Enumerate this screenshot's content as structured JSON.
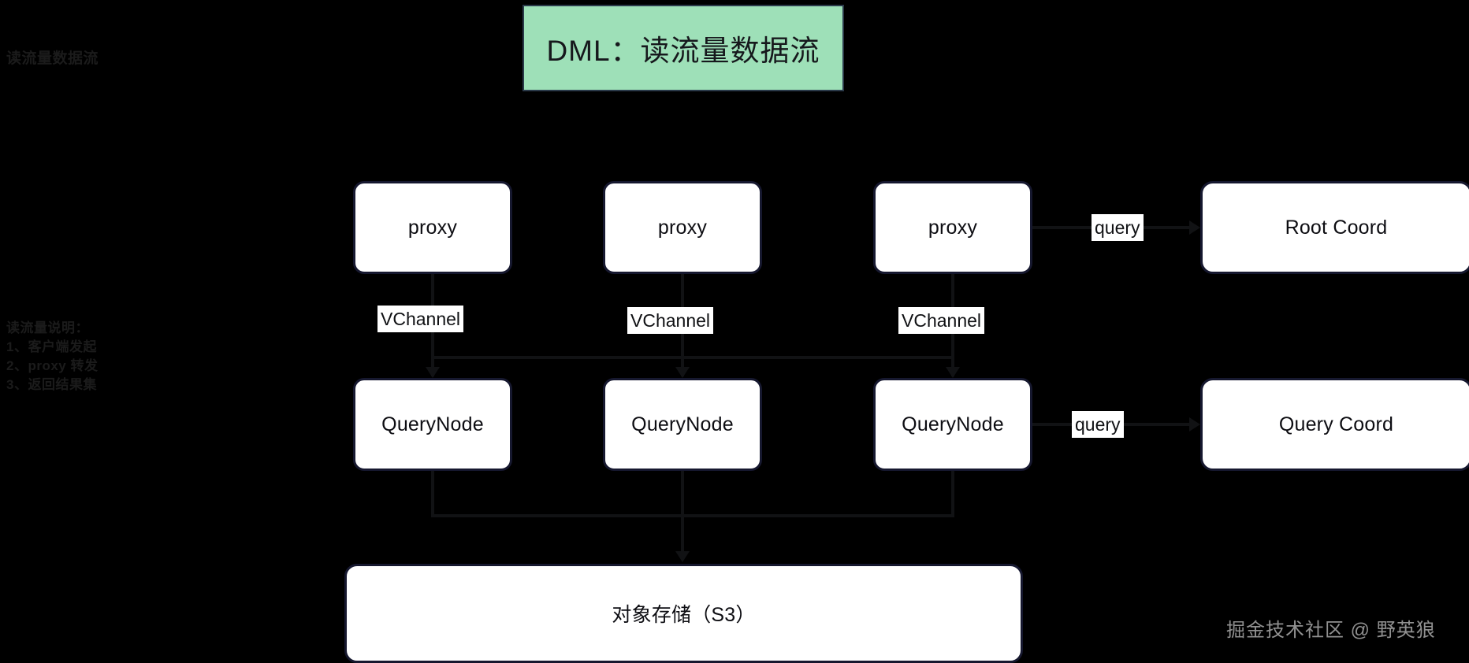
{
  "diagram": {
    "title": "DML：读流量数据流",
    "background_color": "#000000",
    "title_fill": "#9ee0b8",
    "node_fill": "#ffffff",
    "node_border": "#16182f",
    "line_color": "#111214"
  },
  "nodes": {
    "proxies": [
      {
        "label": "proxy"
      },
      {
        "label": "proxy"
      },
      {
        "label": "proxy"
      }
    ],
    "query_nodes": [
      {
        "label": "QueryNode"
      },
      {
        "label": "QueryNode"
      },
      {
        "label": "QueryNode"
      }
    ],
    "root_coord": {
      "label": "Root Coord"
    },
    "query_coord": {
      "label": "Query Coord"
    },
    "object_storage": {
      "label": "对象存储（S3）"
    }
  },
  "edge_labels": {
    "vchannel_1": "VChannel",
    "vchannel_2": "VChannel",
    "vchannel_3": "VChannel",
    "query_root": "query",
    "query_coord": "query"
  },
  "ghost_text": {
    "top_left": "读流量数据流",
    "mid_left": "读流量说明：\n1、客户端发起\n2、proxy 转发\n3、返回结果集"
  },
  "watermark": {
    "text": "掘金技术社区 @ 野英狼"
  }
}
